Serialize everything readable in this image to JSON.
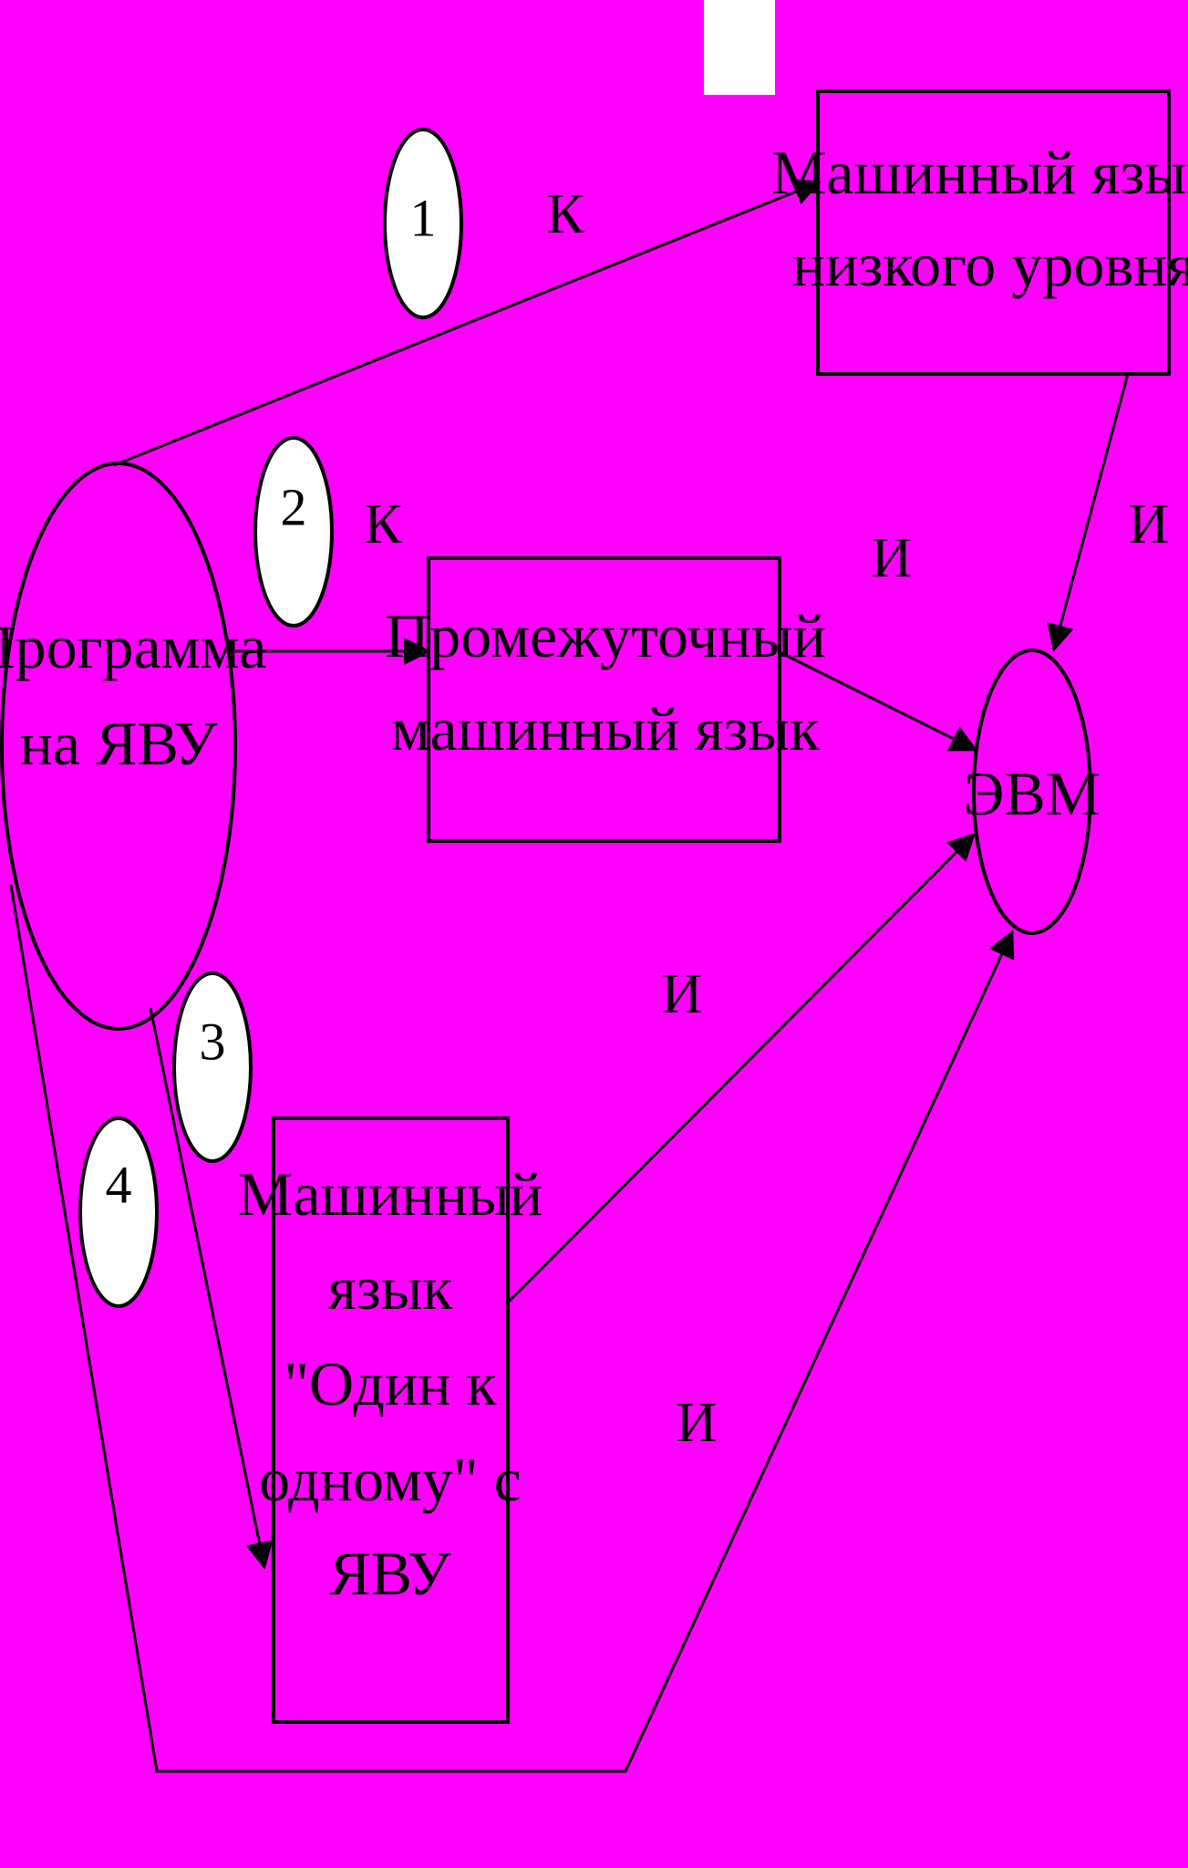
{
  "colors": {
    "background": "#ff00ff",
    "stroke": "#000000",
    "badge_fill": "#ffffff"
  },
  "nodes": {
    "source": {
      "line1": "Программа",
      "line2": "на ЯВУ"
    },
    "low_level": {
      "line1": "Машинный язык",
      "line2": "низкого уровня"
    },
    "intermediate": {
      "line1": "Промежуточный",
      "line2": "машинный язык"
    },
    "one_to_one": {
      "line1": "Машинный",
      "line2": "язык",
      "line3": "\"Один к",
      "line4": "одному\" с",
      "line5": "ЯВУ"
    },
    "computer": {
      "label": "ЭВМ"
    }
  },
  "badges": [
    "1",
    "2",
    "3",
    "4"
  ],
  "edge_labels": {
    "compile_1": "К",
    "compile_2": "К",
    "interpret_low": "И",
    "interpret_intermediate": "И",
    "interpret_one_to_one": "И",
    "interpret_direct": "И"
  }
}
